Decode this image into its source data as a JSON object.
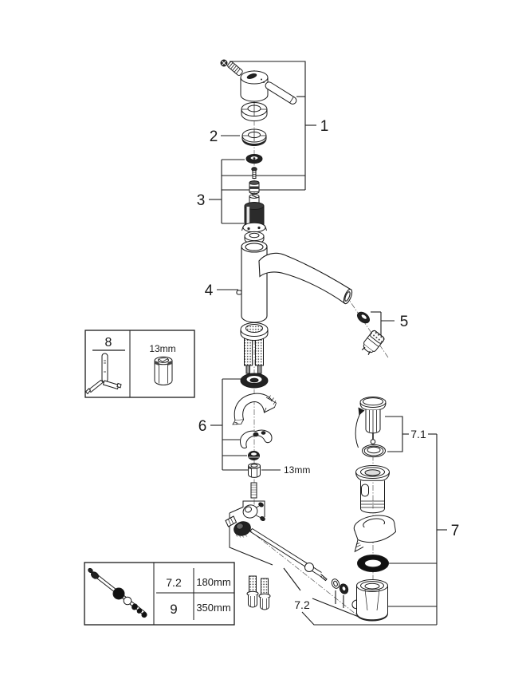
{
  "diagram": {
    "type": "exploded-parts-diagram",
    "subject": "single-lever basin mixer with pop-up waste",
    "callouts": {
      "c1": "1",
      "c2": "2",
      "c3": "3",
      "c4": "4",
      "c5": "5",
      "c6": "6",
      "c7": "7",
      "c7_1": "7.1",
      "c7_2": "7.2",
      "c8": "8"
    },
    "annotations": {
      "tool_box_size": "13mm",
      "mount_nut_size": "13mm"
    },
    "size_table": {
      "rows": [
        {
          "ref": "7.2",
          "length": "180mm"
        },
        {
          "ref": "9",
          "length": "350mm"
        }
      ]
    },
    "colors": {
      "line": "#1a1a1a",
      "background": "#ffffff",
      "dark_fill": "#1f1f1f"
    }
  }
}
